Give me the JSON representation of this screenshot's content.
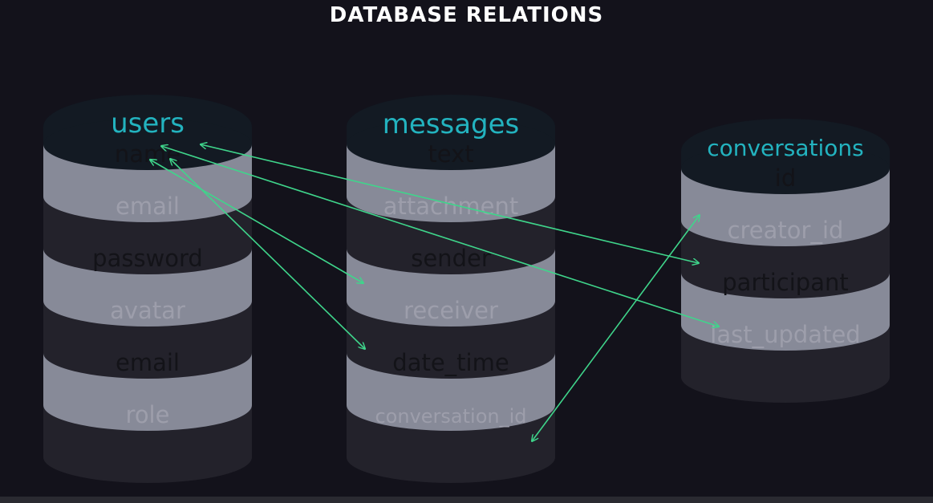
{
  "title": "DATABASE RELATIONS",
  "colors": {
    "background": "#13121b",
    "band_light": "#7d808f",
    "band_light_side": "#878a98",
    "band_dark": "#26252f",
    "band_dark_side": "#23222b",
    "top_cap": "#131a23",
    "table_title": "#23b3bf",
    "field_on_light": "#131318",
    "field_on_dark": "#9d9eab",
    "arrow": "#3fd58b"
  },
  "tables": [
    {
      "name": "users",
      "fields": [
        {
          "label": "name",
          "tone": "light"
        },
        {
          "label": "email",
          "tone": "dark"
        },
        {
          "label": "password",
          "tone": "light"
        },
        {
          "label": "avatar",
          "tone": "dark"
        },
        {
          "label": "email",
          "tone": "light"
        },
        {
          "label": "role",
          "tone": "dark"
        }
      ]
    },
    {
      "name": "messages",
      "fields": [
        {
          "label": "text",
          "tone": "light"
        },
        {
          "label": "attachment",
          "tone": "dark"
        },
        {
          "label": "sender",
          "tone": "light"
        },
        {
          "label": "receiver",
          "tone": "dark"
        },
        {
          "label": "date_time",
          "tone": "light"
        },
        {
          "label": "conversation_id",
          "tone": "dark"
        }
      ]
    },
    {
      "name": "conversations",
      "fields": [
        {
          "label": "id",
          "tone": "light"
        },
        {
          "label": "creator_id",
          "tone": "dark"
        },
        {
          "label": "participant",
          "tone": "light"
        },
        {
          "label": "last_updated",
          "tone": "dark"
        }
      ]
    }
  ],
  "relations": [
    {
      "from": "users",
      "to": "messages.sender"
    },
    {
      "from": "users",
      "to": "messages.receiver"
    },
    {
      "from": "users",
      "to": "conversations.creator_id"
    },
    {
      "from": "users",
      "to": "conversations.participant"
    },
    {
      "from": "conversations.id",
      "to": "messages.conversation_id"
    }
  ]
}
